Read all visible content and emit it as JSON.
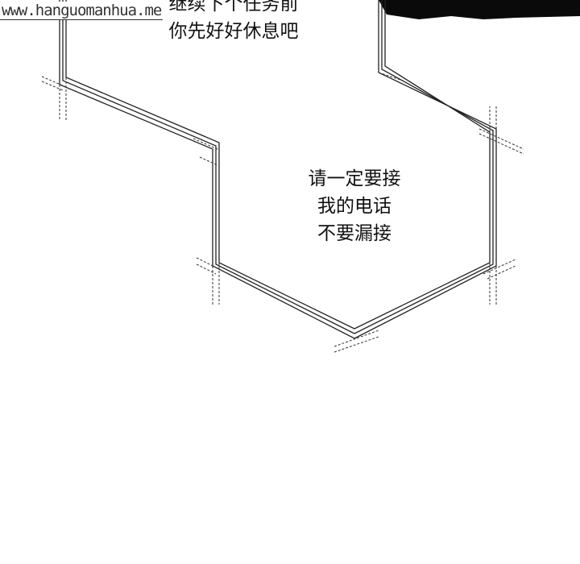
{
  "watermark": "www.hanguomanhua.me",
  "dialogue_top": [
    "继续下个任务前",
    "你先好好休息吧"
  ],
  "dialogue_middle": [
    "请一定要接",
    "我的电话",
    "不要漏接"
  ],
  "colors": {
    "line": "#222222",
    "background": "#ffffff",
    "dark_patch": "#0a0a0a"
  }
}
